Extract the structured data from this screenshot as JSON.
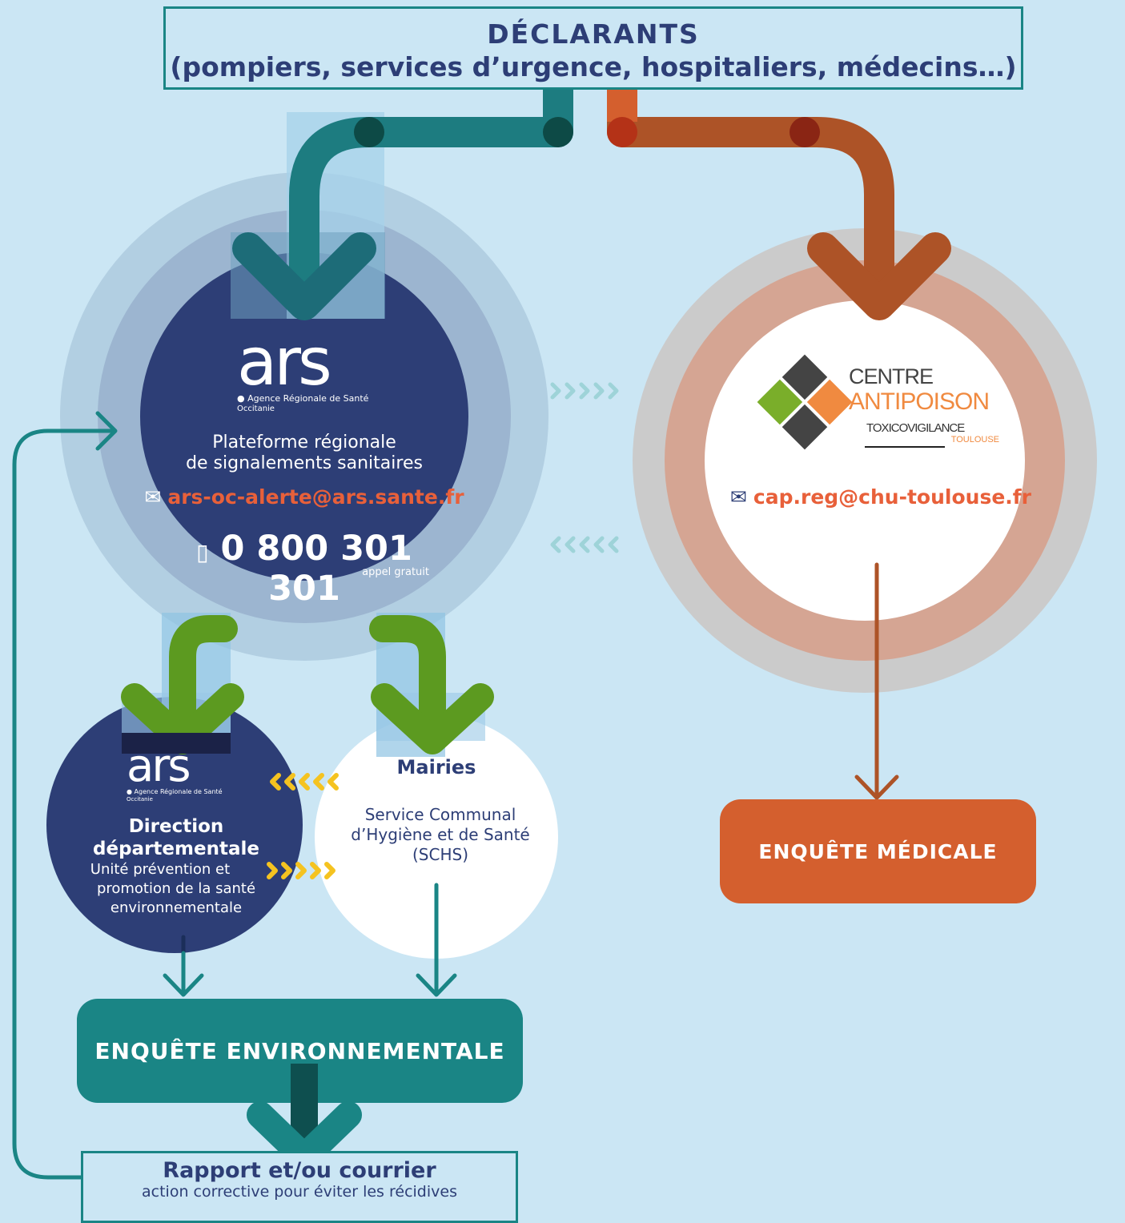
{
  "header": {
    "title": "DÉCLARANTS",
    "subtitle": "(pompiers, services d’urgence, hospitaliers, médecins…)"
  },
  "ars_platform": {
    "logo_text": "ars",
    "logo_caption": "Agence Régionale de Santé",
    "logo_region": "Occitanie",
    "title_line1": "Plateforme régionale",
    "title_line2": "de signalements sanitaires",
    "email": "ars-oc-alerte@ars.sante.fr",
    "phone": "0 800 301 301",
    "phone_note": "appel gratuit"
  },
  "antipoison": {
    "logo_line1": "CENTRE",
    "logo_line2": "ANTIPOISON",
    "logo_line3": "TOXICOVIGILANCE",
    "logo_line4": "TOULOUSE",
    "email": "cap.reg@chu-toulouse.fr"
  },
  "direction": {
    "logo_text": "ars",
    "logo_caption": "Agence Régionale de Santé",
    "logo_region": "Occitanie",
    "title_line1": "Direction",
    "title_line2": "départementale",
    "desc_line1": "Unité prévention et",
    "desc_line2": "promotion de la santé",
    "desc_line3": "environnementale"
  },
  "mairies": {
    "title": "Mairies",
    "desc_line1": "Service Communal",
    "desc_line2": "d’Hygiène et de Santé",
    "desc_line3": "(SCHS)"
  },
  "enquete_env": "ENQUÊTE ENVIRONNEMENTALE",
  "enquete_med": "ENQUÊTE MÉDICALE",
  "rapport": {
    "title": "Rapport et/ou courrier",
    "desc": "action corrective pour éviter les récidives"
  },
  "colors": {
    "background": "#cbe6f4",
    "teal": "#1a8585",
    "navy": "#2d3e76",
    "orange": "#d45f2e",
    "green": "#5a9a1a",
    "yellow": "#f5c320"
  }
}
